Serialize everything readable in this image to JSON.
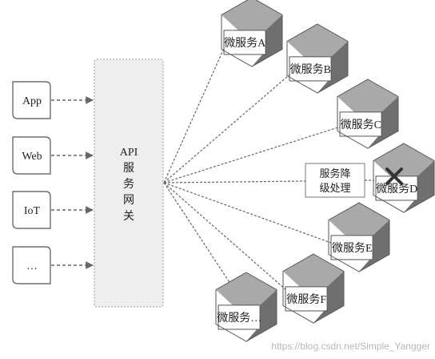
{
  "clients": [
    {
      "label": "App"
    },
    {
      "label": "Web"
    },
    {
      "label": "IoT"
    },
    {
      "label": "…"
    }
  ],
  "gateway": {
    "lines": [
      "API",
      "服",
      "务",
      "网",
      "关"
    ]
  },
  "services": [
    {
      "label": "微服务A",
      "degraded": false
    },
    {
      "label": "微服务B",
      "degraded": false
    },
    {
      "label": "微服务C",
      "degraded": false
    },
    {
      "label": "微服务D",
      "degraded": true
    },
    {
      "label": "微服务E",
      "degraded": false
    },
    {
      "label": "微服务F",
      "degraded": false
    },
    {
      "label": "微服务…",
      "degraded": false
    }
  ],
  "degrade_label": {
    "lines": [
      "服务降",
      "级处理"
    ]
  },
  "watermark": "https://blog.csdn.net/Simple_Yangger",
  "colors": {
    "hex_top": "#a9a9a9",
    "hex_side": "#6f6f6f",
    "hex_face": "#ffffff",
    "hex_border": "#555555",
    "gateway_fill": "#eeeeee",
    "line": "#666666",
    "cross": "#333333"
  }
}
